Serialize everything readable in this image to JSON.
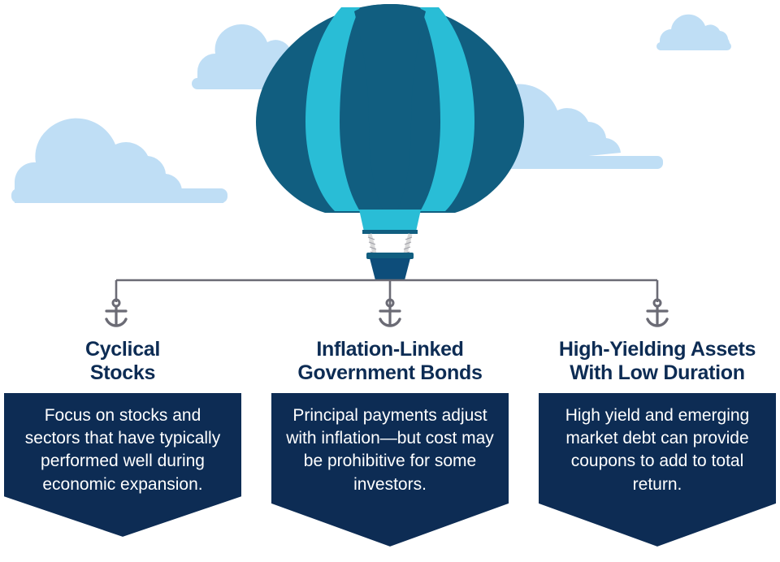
{
  "graphic": {
    "title_alt": "Hot air balloon anchored to three investment strategies",
    "colors": {
      "navy": "#0D2C54",
      "teal_dark": "#115E80",
      "cyan": "#29BDD6",
      "cloud_blue": "#BFDEF5",
      "connector_gray": "#6B6B75",
      "rope_gray": "#D9D9D9",
      "white": "#FFFFFF"
    },
    "icons": {
      "balloon": "hot-air-balloon-icon",
      "anchor": "anchor-icon",
      "cloud": "cloud-icon"
    }
  },
  "columns": [
    {
      "heading": "Cyclical\nStocks",
      "body": "Focus on stocks and sectors that have typically performed well during economic expansion."
    },
    {
      "heading": "Inflation-Linked\nGovernment Bonds",
      "body": "Principal payments adjust with inflation—but cost may be prohibitive for some investors."
    },
    {
      "heading": "High-Yielding Assets\nWith Low Duration",
      "body": "High yield and emerging market debt can provide coupons to add to total return."
    }
  ]
}
